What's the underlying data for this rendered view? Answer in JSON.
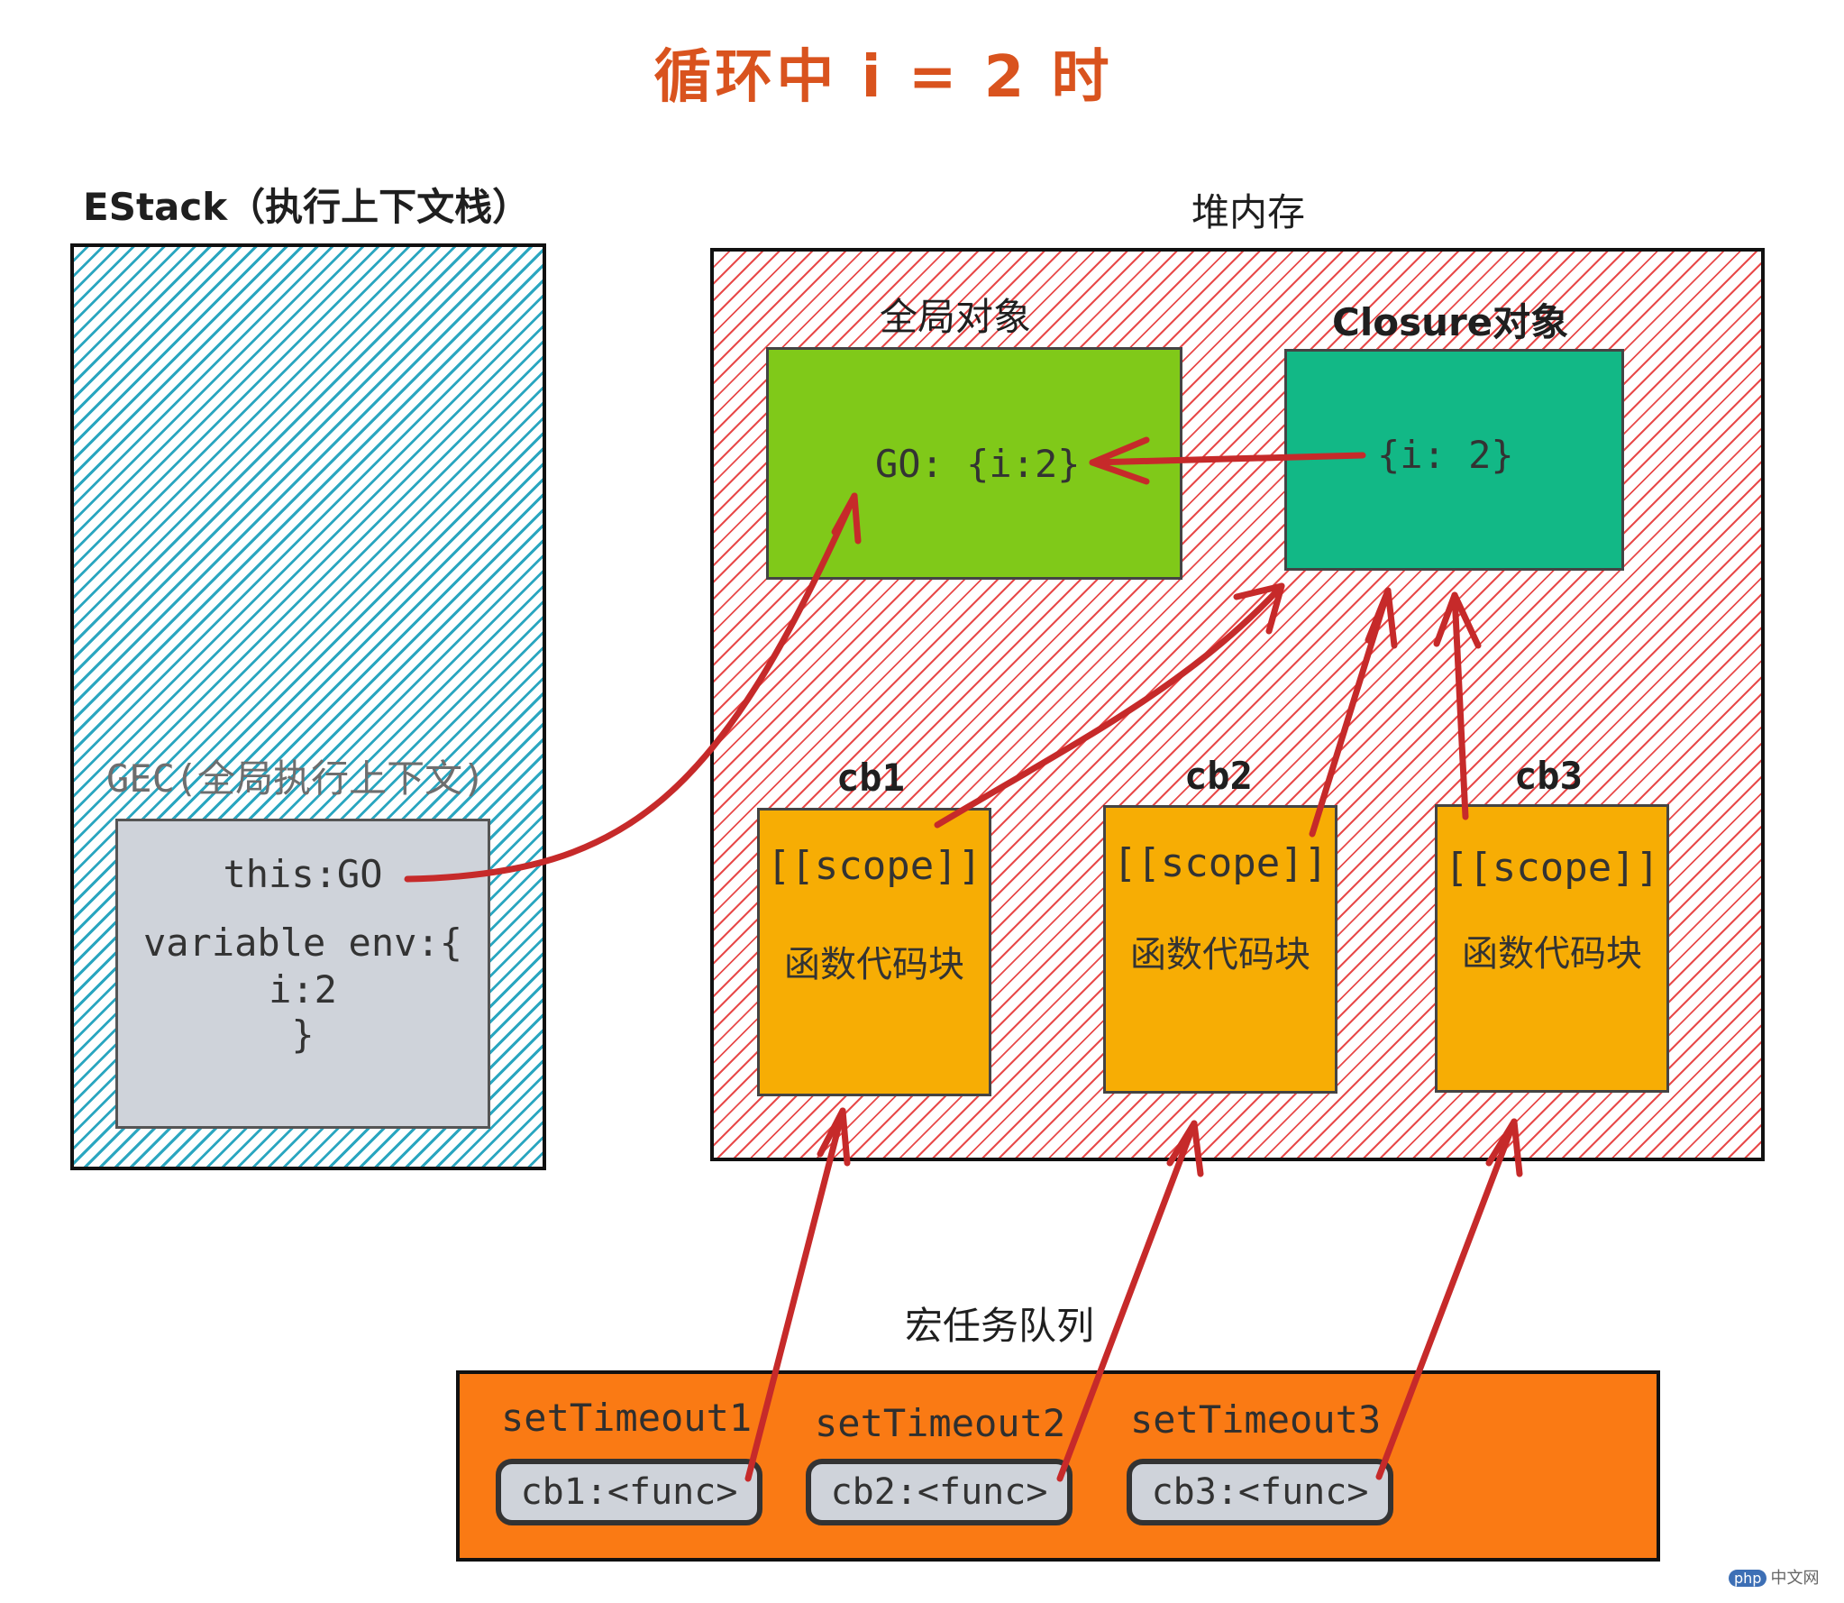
{
  "title": "循环中 i = 2 时",
  "estack": {
    "label": "EStack（执行上下文栈）",
    "gec": {
      "label": "GEC(全局执行上下文)",
      "lines": [
        "this:GO",
        "variable env:{",
        "i:2",
        "}"
      ]
    }
  },
  "heap": {
    "label": "堆内存",
    "global_object": {
      "label": "全局对象",
      "content": "GO: {i:2}"
    },
    "closure_object": {
      "label": "Closure对象",
      "content": "{i: 2}"
    },
    "callbacks": [
      {
        "label": "cb1",
        "scope": "[[scope]]",
        "code": "函数代码块"
      },
      {
        "label": "cb2",
        "scope": "[[scope]]",
        "code": "函数代码块"
      },
      {
        "label": "cb3",
        "scope": "[[scope]]",
        "code": "函数代码块"
      }
    ]
  },
  "macro_queue": {
    "label": "宏任务队列",
    "tasks": [
      {
        "name": "setTimeout1",
        "value": "cb1:<func>"
      },
      {
        "name": "setTimeout2",
        "value": "cb2:<func>"
      },
      {
        "name": "setTimeout3",
        "value": "cb3:<func>"
      }
    ]
  },
  "watermark": {
    "logo": "php",
    "text": "中文网"
  },
  "colors": {
    "title": "#d9531e",
    "estack_hatch": "#2aa6c0",
    "heap_hatch": "#e84a4a",
    "global_object": "#80c919",
    "closure_object": "#12b886",
    "callback_box": "#f7ad04",
    "queue": "#fa7a14",
    "arrow": "#c62a2a"
  }
}
